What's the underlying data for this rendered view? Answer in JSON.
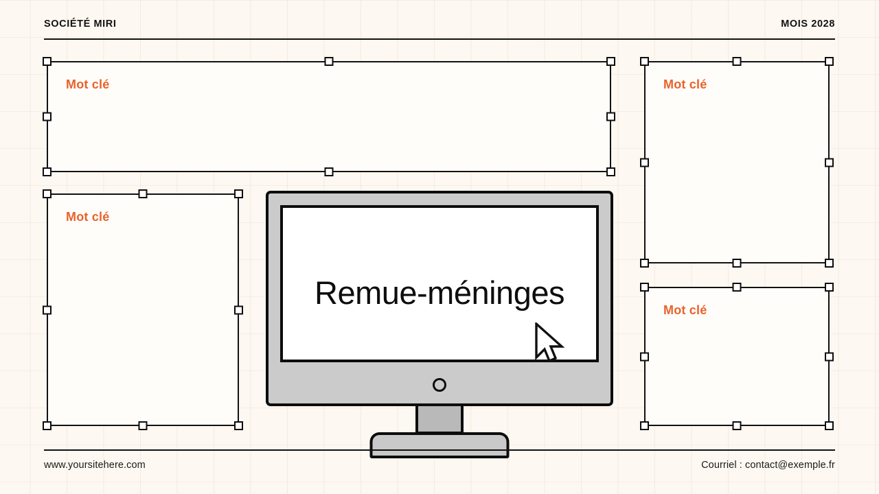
{
  "header": {
    "company": "SOCIÉTÉ MIRI",
    "date": "MOIS 2028"
  },
  "footer": {
    "website": "www.yoursitehere.com",
    "email": "Courriel : contact@exemple.fr"
  },
  "slide": {
    "screen_title": "Remue-méninges",
    "keyword_boxes": [
      {
        "id": "top",
        "label": "Mot clé"
      },
      {
        "id": "left",
        "label": "Mot clé"
      },
      {
        "id": "right1",
        "label": "Mot clé"
      },
      {
        "id": "right2",
        "label": "Mot clé"
      }
    ]
  },
  "icons": {
    "cursor": "mouse-pointer-icon",
    "power": "power-button-icon"
  },
  "colors": {
    "background": "#fdf8f1",
    "accent_orange": "#e8622a",
    "ink": "#111111",
    "monitor_body": "#cbcbcb",
    "screen": "#ffffff",
    "box_fill": "#fffdfa"
  }
}
